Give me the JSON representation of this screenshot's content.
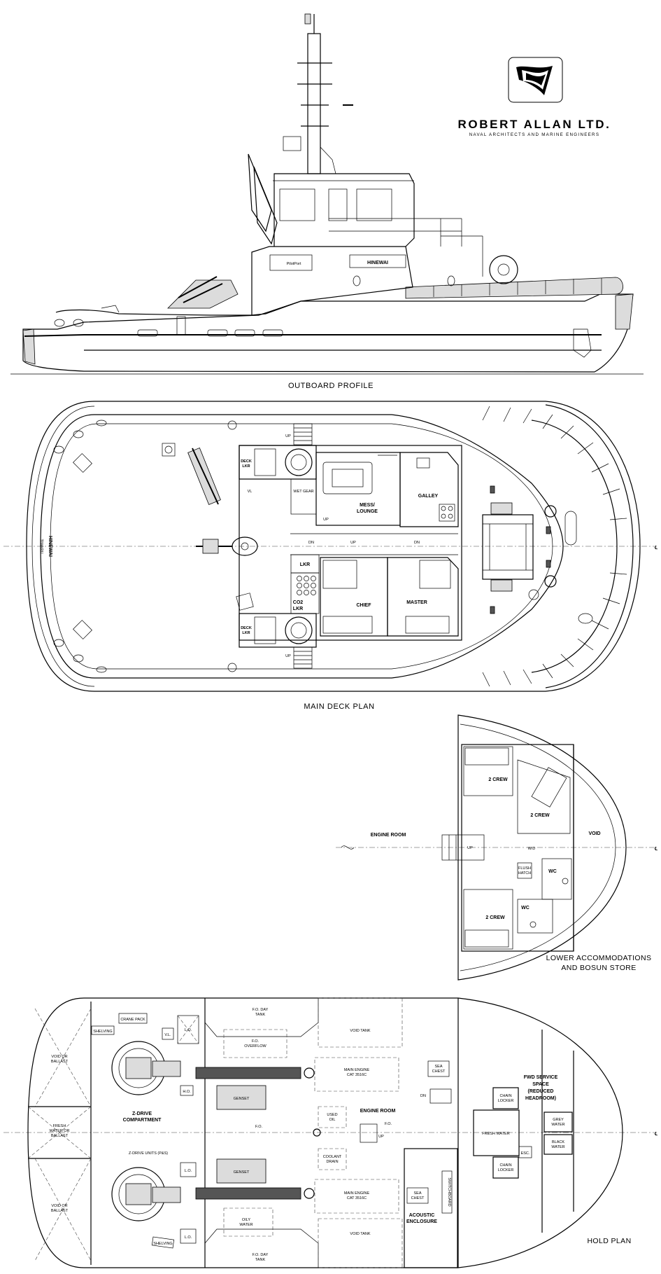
{
  "logo": {
    "company": "ROBERT ALLAN LTD.",
    "tagline": "NAVAL ARCHITECTS AND MARINE ENGINEERS"
  },
  "views": {
    "outboard_profile": "OUTBOARD PROFILE",
    "main_deck_plan": "MAIN DECK PLAN",
    "lower_accommodations_line1": "LOWER ACCOMMODATIONS",
    "lower_accommodations_line2": "AND BOSUN STORE",
    "hold_plan": "HOLD PLAN"
  },
  "profile": {
    "vessel_name": "HINEWAI",
    "sponsor_mark": "PilotPort"
  },
  "main_deck": {
    "vessel_name": "HINEWAI",
    "home_port": "TIMARU",
    "up": "UP",
    "dn": "DN",
    "deck_lkr": "DECK",
    "deck_lkr2": "LKR",
    "wet_gear": "WET GEAR",
    "mess1": "MESS/",
    "mess2": "LOUNGE",
    "galley": "GALLEY",
    "lkr": "LKR",
    "co2_1": "CO2",
    "co2_2": "LKR",
    "chief": "CHIEF",
    "master": "MASTER",
    "vl": "VL",
    "cl": "℄"
  },
  "lower_accom": {
    "engine_room": "ENGINE ROOM",
    "crew_top": "2 CREW",
    "crew_mid": "2 CREW",
    "crew_bottom": "2 CREW",
    "void": "VOID",
    "wd": "W/D",
    "up": "UP",
    "flush1": "FLUSH",
    "flush2": "HATCH",
    "wc1": "WC",
    "wc2": "WC",
    "cl": "℄"
  },
  "hold": {
    "void_ballast_top1": "VOID OR",
    "void_ballast_top2": "BALLAST",
    "fresh_water_ballast1": "FRESH",
    "fresh_water_ballast2": "WATER OR",
    "fresh_water_ballast3": "BALLAST",
    "void_ballast_bot1": "VOID OR",
    "void_ballast_bot2": "BALLAST",
    "shelving_top": "SHELVING",
    "crane_pack": "CRANE PACK",
    "vl": "V.L.",
    "lo_top1": "L.O.",
    "ho": "H.O.",
    "lo_bot1": "L.O.",
    "lo_bot2": "L.O.",
    "zdrive1": "Z-DRIVE",
    "zdrive2": "COMPARTMENT",
    "zdrive_units": "Z-DRIVE UNITS (P&S)",
    "shelving_bot": "SHELVING",
    "fo_day_top1": "F.O. DAY",
    "fo_day_top2": "TANK",
    "fo_overflow1": "F.O.",
    "fo_overflow2": "OVERFLOW",
    "void_tank_top": "VOID TANK",
    "main_engine_top1": "MAIN ENGINE",
    "main_engine_top2": "CAT 3516C",
    "genset_top": "GENSET",
    "genset_bot": "GENSET",
    "fo_mid": "F.O.",
    "used_oil1": "USED",
    "used_oil2": "OIL",
    "engine_room": "ENGINE ROOM",
    "fo_small": "F.O.",
    "coolant1": "COOLANT",
    "coolant2": "DRAIN",
    "main_engine_bot1": "MAIN ENGINE",
    "main_engine_bot2": "CAT 3516C",
    "oily_water1": "OILY",
    "oily_water2": "WATER",
    "fo_day_bot1": "F.O. DAY",
    "fo_day_bot2": "TANK",
    "void_tank_bot": "VOID TANK",
    "sea_chest_top1": "SEA",
    "sea_chest_top2": "CHEST",
    "sea_chest_bot1": "SEA",
    "sea_chest_bot2": "CHEST",
    "acoustic1": "ACOUSTIC",
    "acoustic2": "ENCLOSURE",
    "switchboard": "SWITCHBOARD",
    "dn": "DN",
    "up": "UP",
    "fresh_water": "FRESH WATER",
    "chain_locker_top1": "CHAIN",
    "chain_locker_top2": "LOCKER",
    "chain_locker_bot1": "CHAIN",
    "chain_locker_bot2": "LOCKER",
    "esc": "ESC.",
    "fwd1": "FWD SERVICE",
    "fwd2": "SPACE",
    "fwd3": "(REDUCED",
    "fwd4": "HEADROOM)",
    "grey1": "GREY",
    "grey2": "WATER",
    "black1": "BLACK",
    "black2": "WATER",
    "cl": "℄"
  }
}
